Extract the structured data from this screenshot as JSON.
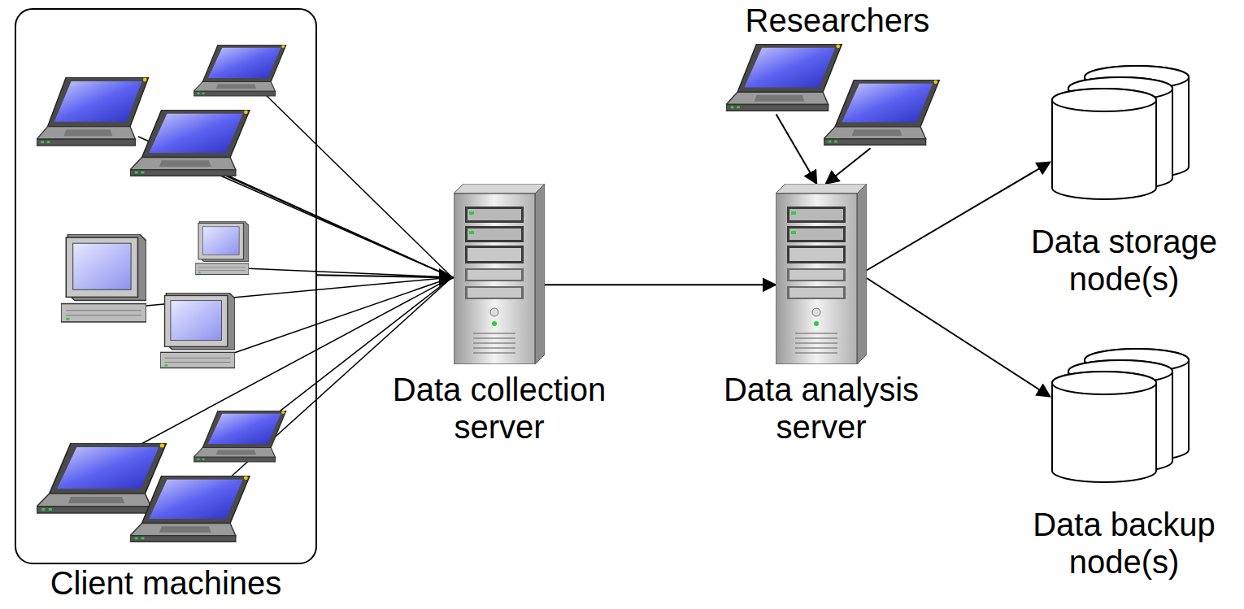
{
  "diagram": {
    "nodes": [
      {
        "text": [
          "Client machines"
        ]
      },
      {
        "text": [
          "Data collection server"
        ]
      },
      {
        "text": [
          "Researchers"
        ]
      },
      {
        "text": [
          "Data analysis server"
        ]
      },
      {
        "text": [
          "Data storage node(s)"
        ]
      },
      {
        "text": [
          "Data backup node(s)"
        ]
      }
    ],
    "edges": [
      {
        "from": 0,
        "to": 1,
        "arrow": "to"
      },
      {
        "from": 2,
        "to": 3,
        "arrow": "to"
      },
      {
        "from": 1,
        "to": 3,
        "arrow": "to"
      },
      {
        "from": 3,
        "to": 4,
        "arrow": "to"
      },
      {
        "from": 3,
        "to": 5,
        "arrow": "to"
      }
    ]
  }
}
